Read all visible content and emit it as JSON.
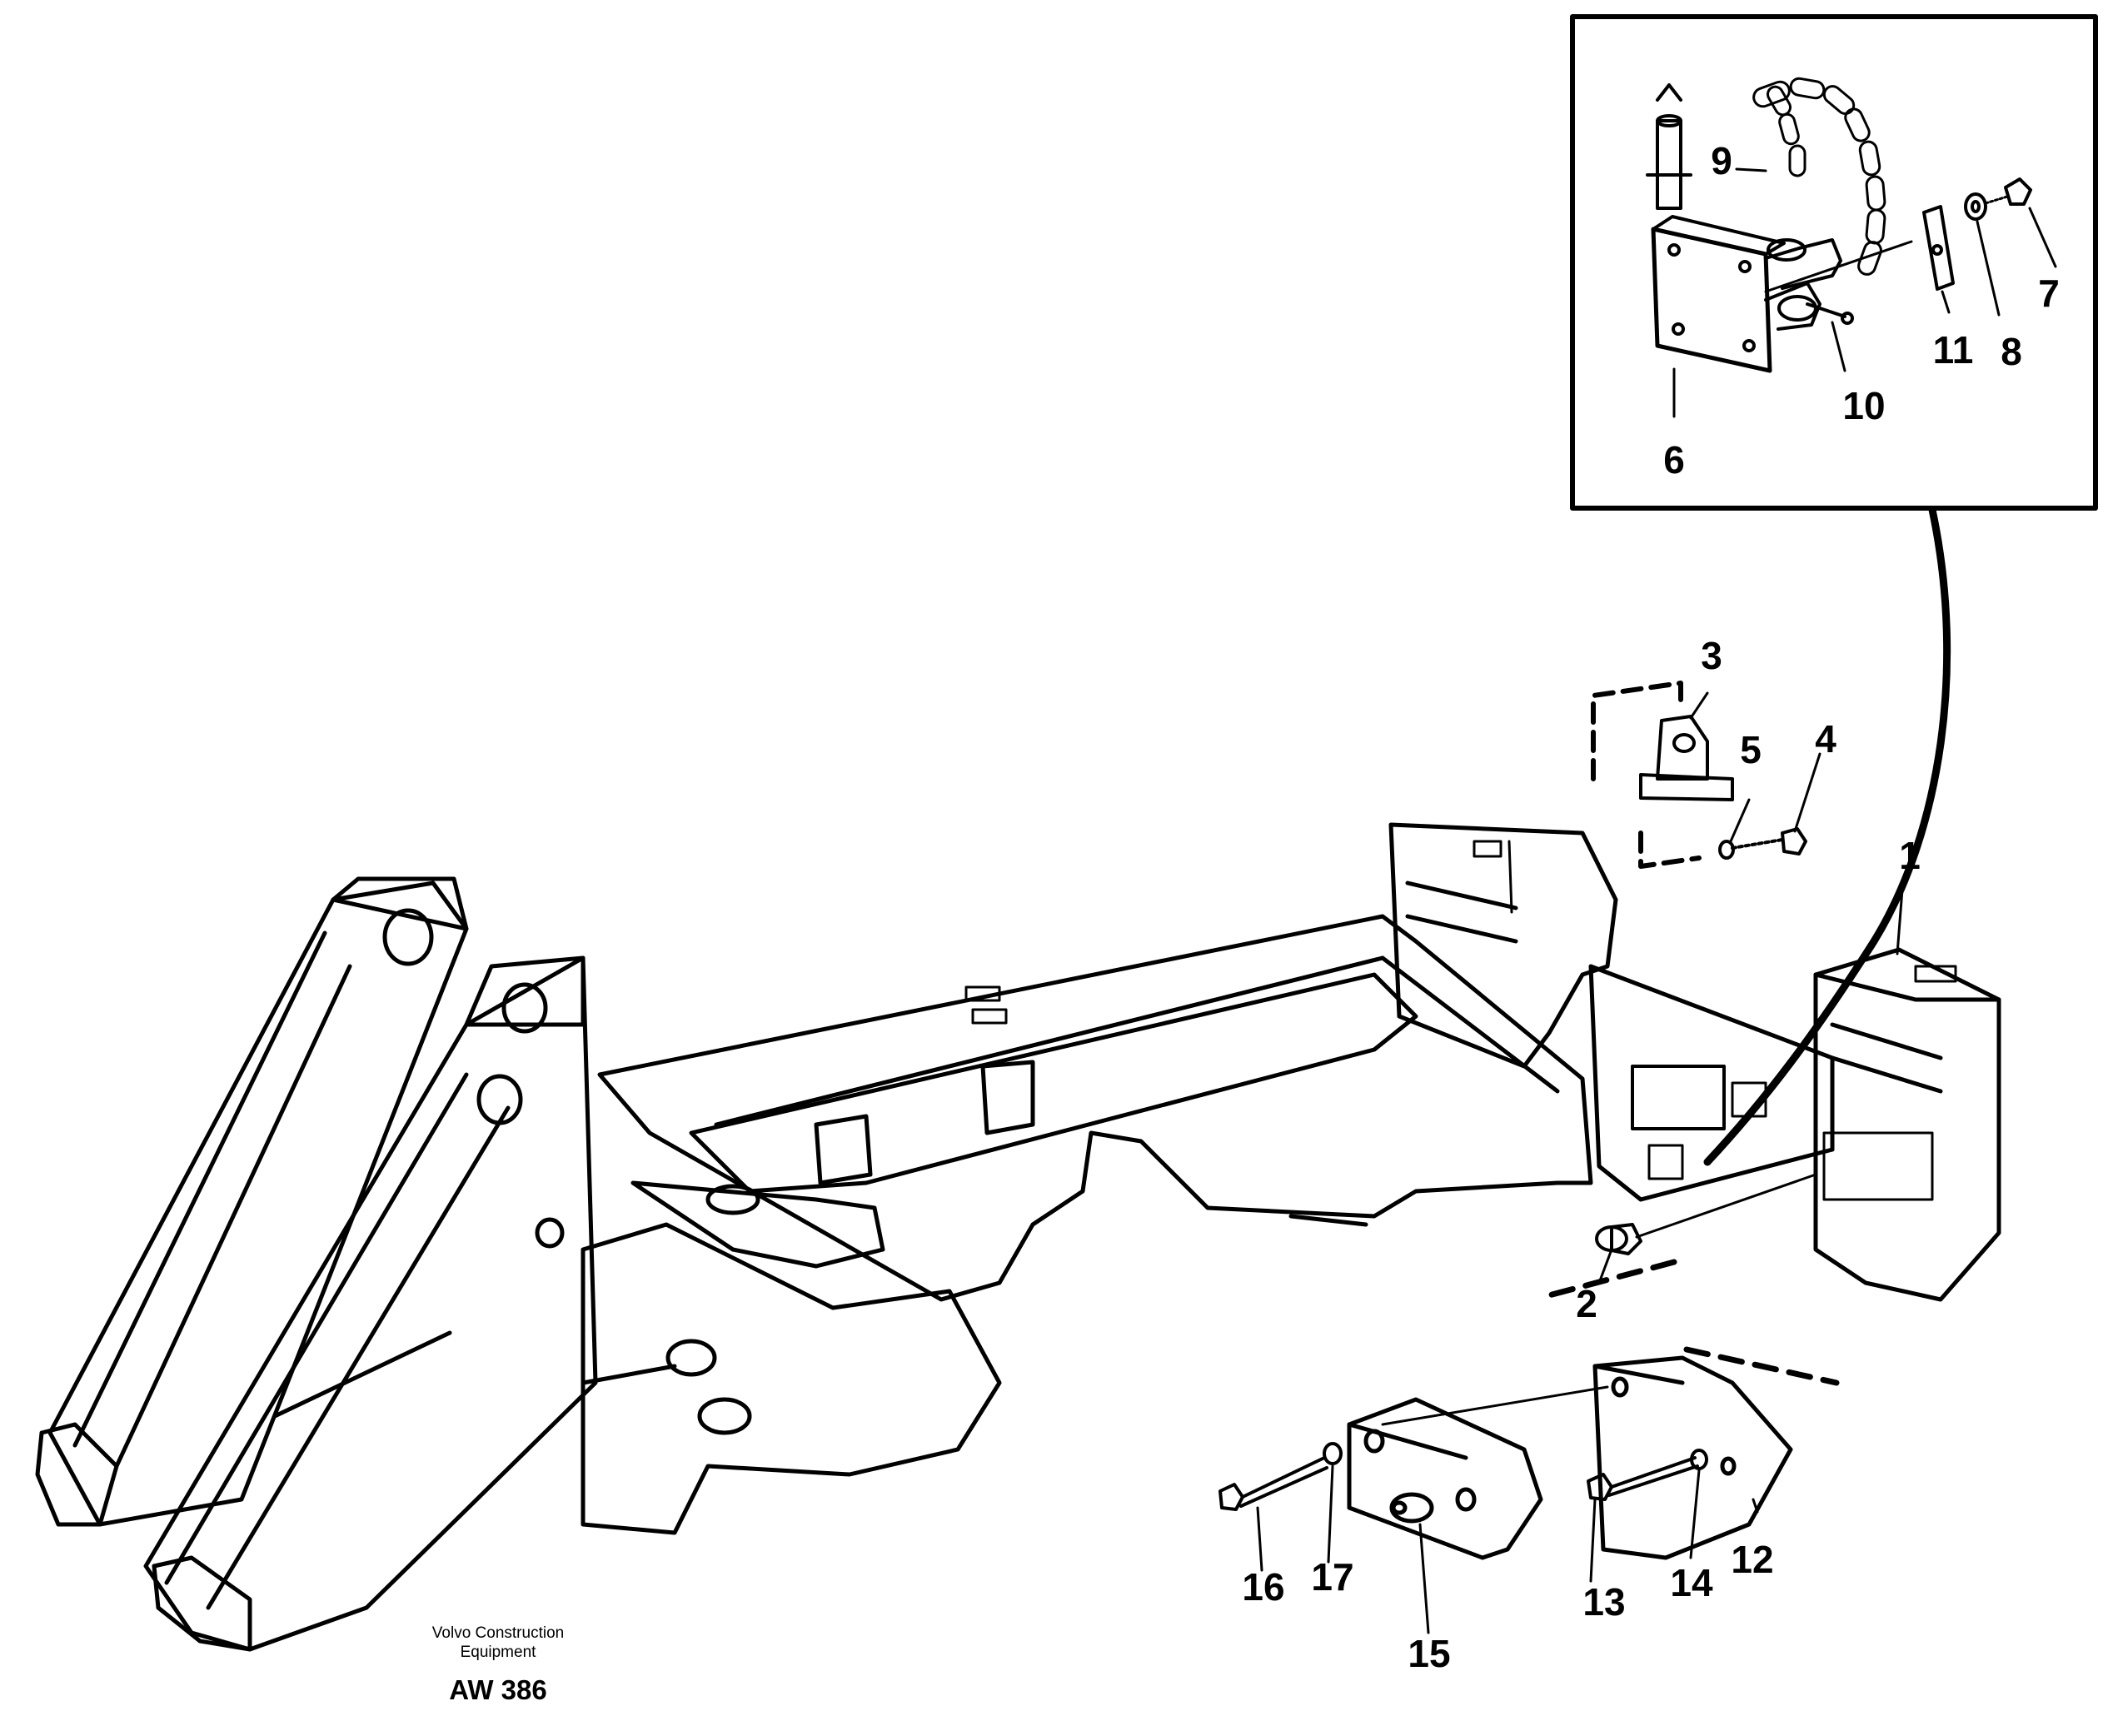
{
  "callouts": {
    "c1": "1",
    "c2": "2",
    "c3": "3",
    "c4": "4",
    "c5": "5",
    "c6": "6",
    "c7": "7",
    "c8": "8",
    "c9": "9",
    "c10": "10",
    "c11": "11",
    "c12": "12",
    "c13": "13",
    "c14": "14",
    "c15": "15",
    "c16": "16",
    "c17": "17"
  },
  "footer": {
    "company_line1": "Volvo Construction",
    "company_line2": "Equipment",
    "code": "AW 386"
  }
}
